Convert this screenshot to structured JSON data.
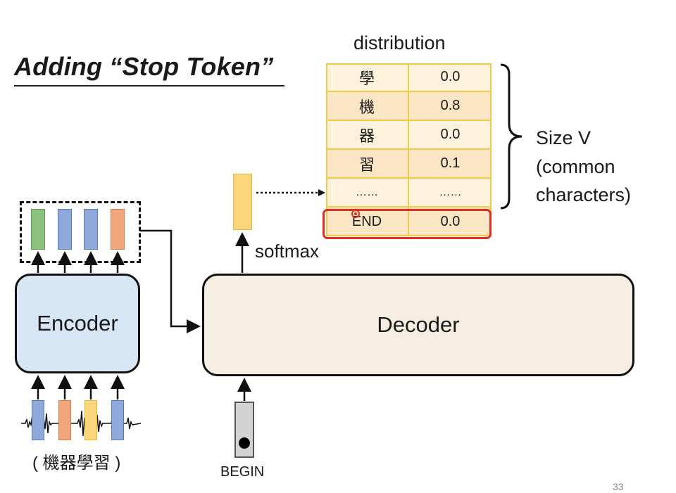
{
  "slide": {
    "title": "Adding “Stop Token”",
    "page_number": "33"
  },
  "distribution": {
    "label": "distribution",
    "rows": [
      {
        "token": "學",
        "prob": "0.0"
      },
      {
        "token": "機",
        "prob": "0.8"
      },
      {
        "token": "器",
        "prob": "0.0"
      },
      {
        "token": "習",
        "prob": "0.1"
      },
      {
        "token": "……",
        "prob": "……"
      },
      {
        "token": "END",
        "prob": "0.0"
      }
    ],
    "brace_label_lines": [
      "Size V",
      "(common",
      "characters)"
    ]
  },
  "colors": {
    "table_fill_light": "#fdf2dc",
    "table_fill_dark": "#fae6c4",
    "table_border": "#f3c94a",
    "highlight": "#e02d1f",
    "encoder_fill": "#d7e6f5",
    "decoder_fill": "#f6eee3",
    "vec_green": "#8cc27d",
    "vec_blue": "#8fa9dc",
    "vec_orange": "#f3a67b",
    "vec_yellow": "#fbd67a",
    "begin_fill": "#d3d3d3"
  },
  "diagram": {
    "encoder_label": "Encoder",
    "decoder_label": "Decoder",
    "softmax_label": "softmax",
    "begin_label": "BEGIN",
    "input_label": "( 機器學習 )"
  }
}
